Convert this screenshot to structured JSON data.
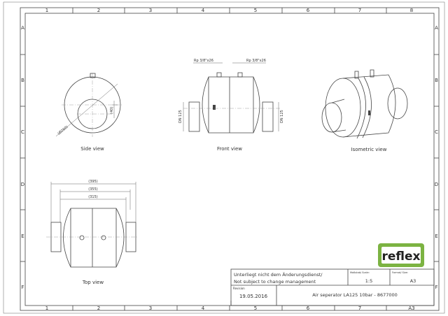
{
  "frame": {
    "columns": [
      "1",
      "2",
      "3",
      "4",
      "5",
      "6",
      "7",
      "8"
    ],
    "rows": [
      "A",
      "B",
      "C",
      "D",
      "E",
      "F"
    ]
  },
  "views": {
    "side": {
      "label": "Side view",
      "dim_diameter": "(Ø260)",
      "dim_offset": "(40)"
    },
    "front": {
      "label": "Front view",
      "port_left": "Rp 3/8\"x26",
      "port_right": "Rp 3/8\"x26",
      "dn_left": "DN 125",
      "dn_right": "DN 125"
    },
    "isometric": {
      "label": "Isometric view"
    },
    "top": {
      "label": "Top view",
      "dim1": "(395)",
      "dim2": "(355)",
      "dim3": "(315)"
    }
  },
  "logo": {
    "text": "reflex",
    "color": "#7cb342"
  },
  "title_block": {
    "notice_line1": "Unterliegt nicht dem Änderungsdienst/",
    "notice_line2": "Not subject to change management",
    "scale_label": "Maßstab/ Scale:",
    "scale_value": "1:5",
    "format_label": "Format/ Size:",
    "format_value": "A3",
    "revision_label": "Revision",
    "revision_value": "19.05.2016",
    "title": "Air seperator LA125 10bar - 8677000",
    "bottom_format": "A3"
  }
}
